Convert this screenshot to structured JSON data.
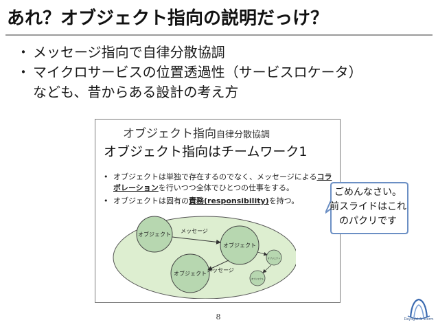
{
  "slide": {
    "title": "あれ？オブジェクト指向の説明だっけ？",
    "bullets": [
      "メッセージ指向で自律分散協調",
      "マイクロサービスの位置透過性（サービスロケータ）",
      "なども、昔からある設計の考え方"
    ],
    "bullet_marker": "・",
    "panel": {
      "heading_serif": "オブジェクト指向",
      "heading_suffix": "自律分散協調",
      "heading_main": "オブジェクト指向はチームワーク1",
      "bullet1_before": "オブジェクトは単独で存在するのでなく、メッセージによる",
      "bullet1_bold": "コラボレーション",
      "bullet1_after": "を行いつつ全体でひとつの仕事をする。",
      "bullet2_before": "オブジェクトは固有の",
      "bullet2_bold": "責務(responsibility)",
      "bullet2_after": "を持つ。",
      "diagram": {
        "object1": "オブジェクト",
        "object2": "オブジェクト",
        "object3": "オブジェクト",
        "object4": "オブジェクト",
        "object5": "オブジェクト",
        "message1": "メッセージ",
        "message2": "メッセージ"
      }
    },
    "callout_lines": [
      "ごめんなさい。",
      "前スライドはこれ",
      "のパクリです"
    ],
    "page_number": "8",
    "logo_text": "Daylight & Storm",
    "colors": {
      "ellipse_fill": "#ddeed0",
      "circle_fill": "#b7d7b0",
      "arrow": "#333333",
      "callout_border": "#6b8fc4",
      "logo_blue": "#3a6ab0"
    }
  }
}
